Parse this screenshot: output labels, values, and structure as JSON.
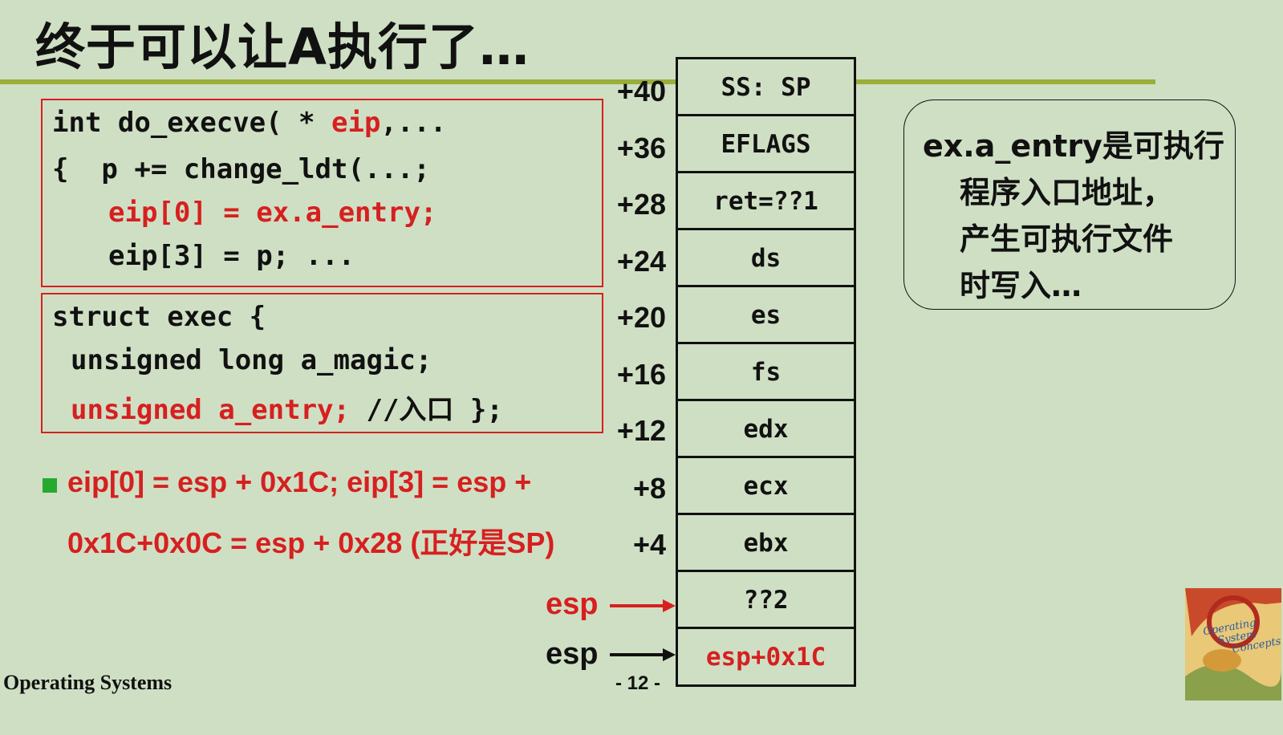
{
  "title": "终于可以让A执行了…",
  "code_box1": {
    "line1_a": "int do_execve( * ",
    "line1_b": "eip",
    "line1_c": ",...",
    "line2": "{  p += change_ldt(...;",
    "line3": "eip[0] = ex.a_entry;",
    "line4": "eip[3] = p; ..."
  },
  "code_box2": {
    "line1": "struct exec {",
    "line2": "unsigned long a_magic;",
    "line3_a": "unsigned a_entry;",
    "line3_b": " //入口 };"
  },
  "bullet": {
    "line1": "eip[0] = esp + 0x1C; eip[3] = esp +",
    "line2": "0x1C+0x0C = esp + 0x28 (正好是SP)"
  },
  "stack": {
    "offsets": [
      "+40",
      "+36",
      "+28",
      "+24",
      "+20",
      "+16",
      "+12",
      "+8",
      "+4"
    ],
    "cells": [
      "SS: SP",
      "EFLAGS",
      "ret=??1",
      "ds",
      "es",
      "fs",
      "edx",
      "ecx",
      "ebx",
      "??2",
      "esp+0x1C"
    ]
  },
  "esp_labels": {
    "upper": "esp",
    "lower": "esp"
  },
  "note": {
    "line1": "ex.a_entry是可执行",
    "line2": "程序入口地址，",
    "line3": "产生可执行文件",
    "line4": "时写入…"
  },
  "footer": {
    "left": "Operating Systems",
    "page": "- 12 -"
  },
  "logo": {
    "text": "Operating System Concepts"
  },
  "colors": {
    "background": "#cfdfc4",
    "rule": "#9aae3a",
    "accent_red": "#d62020",
    "bullet_green": "#27a82f"
  }
}
